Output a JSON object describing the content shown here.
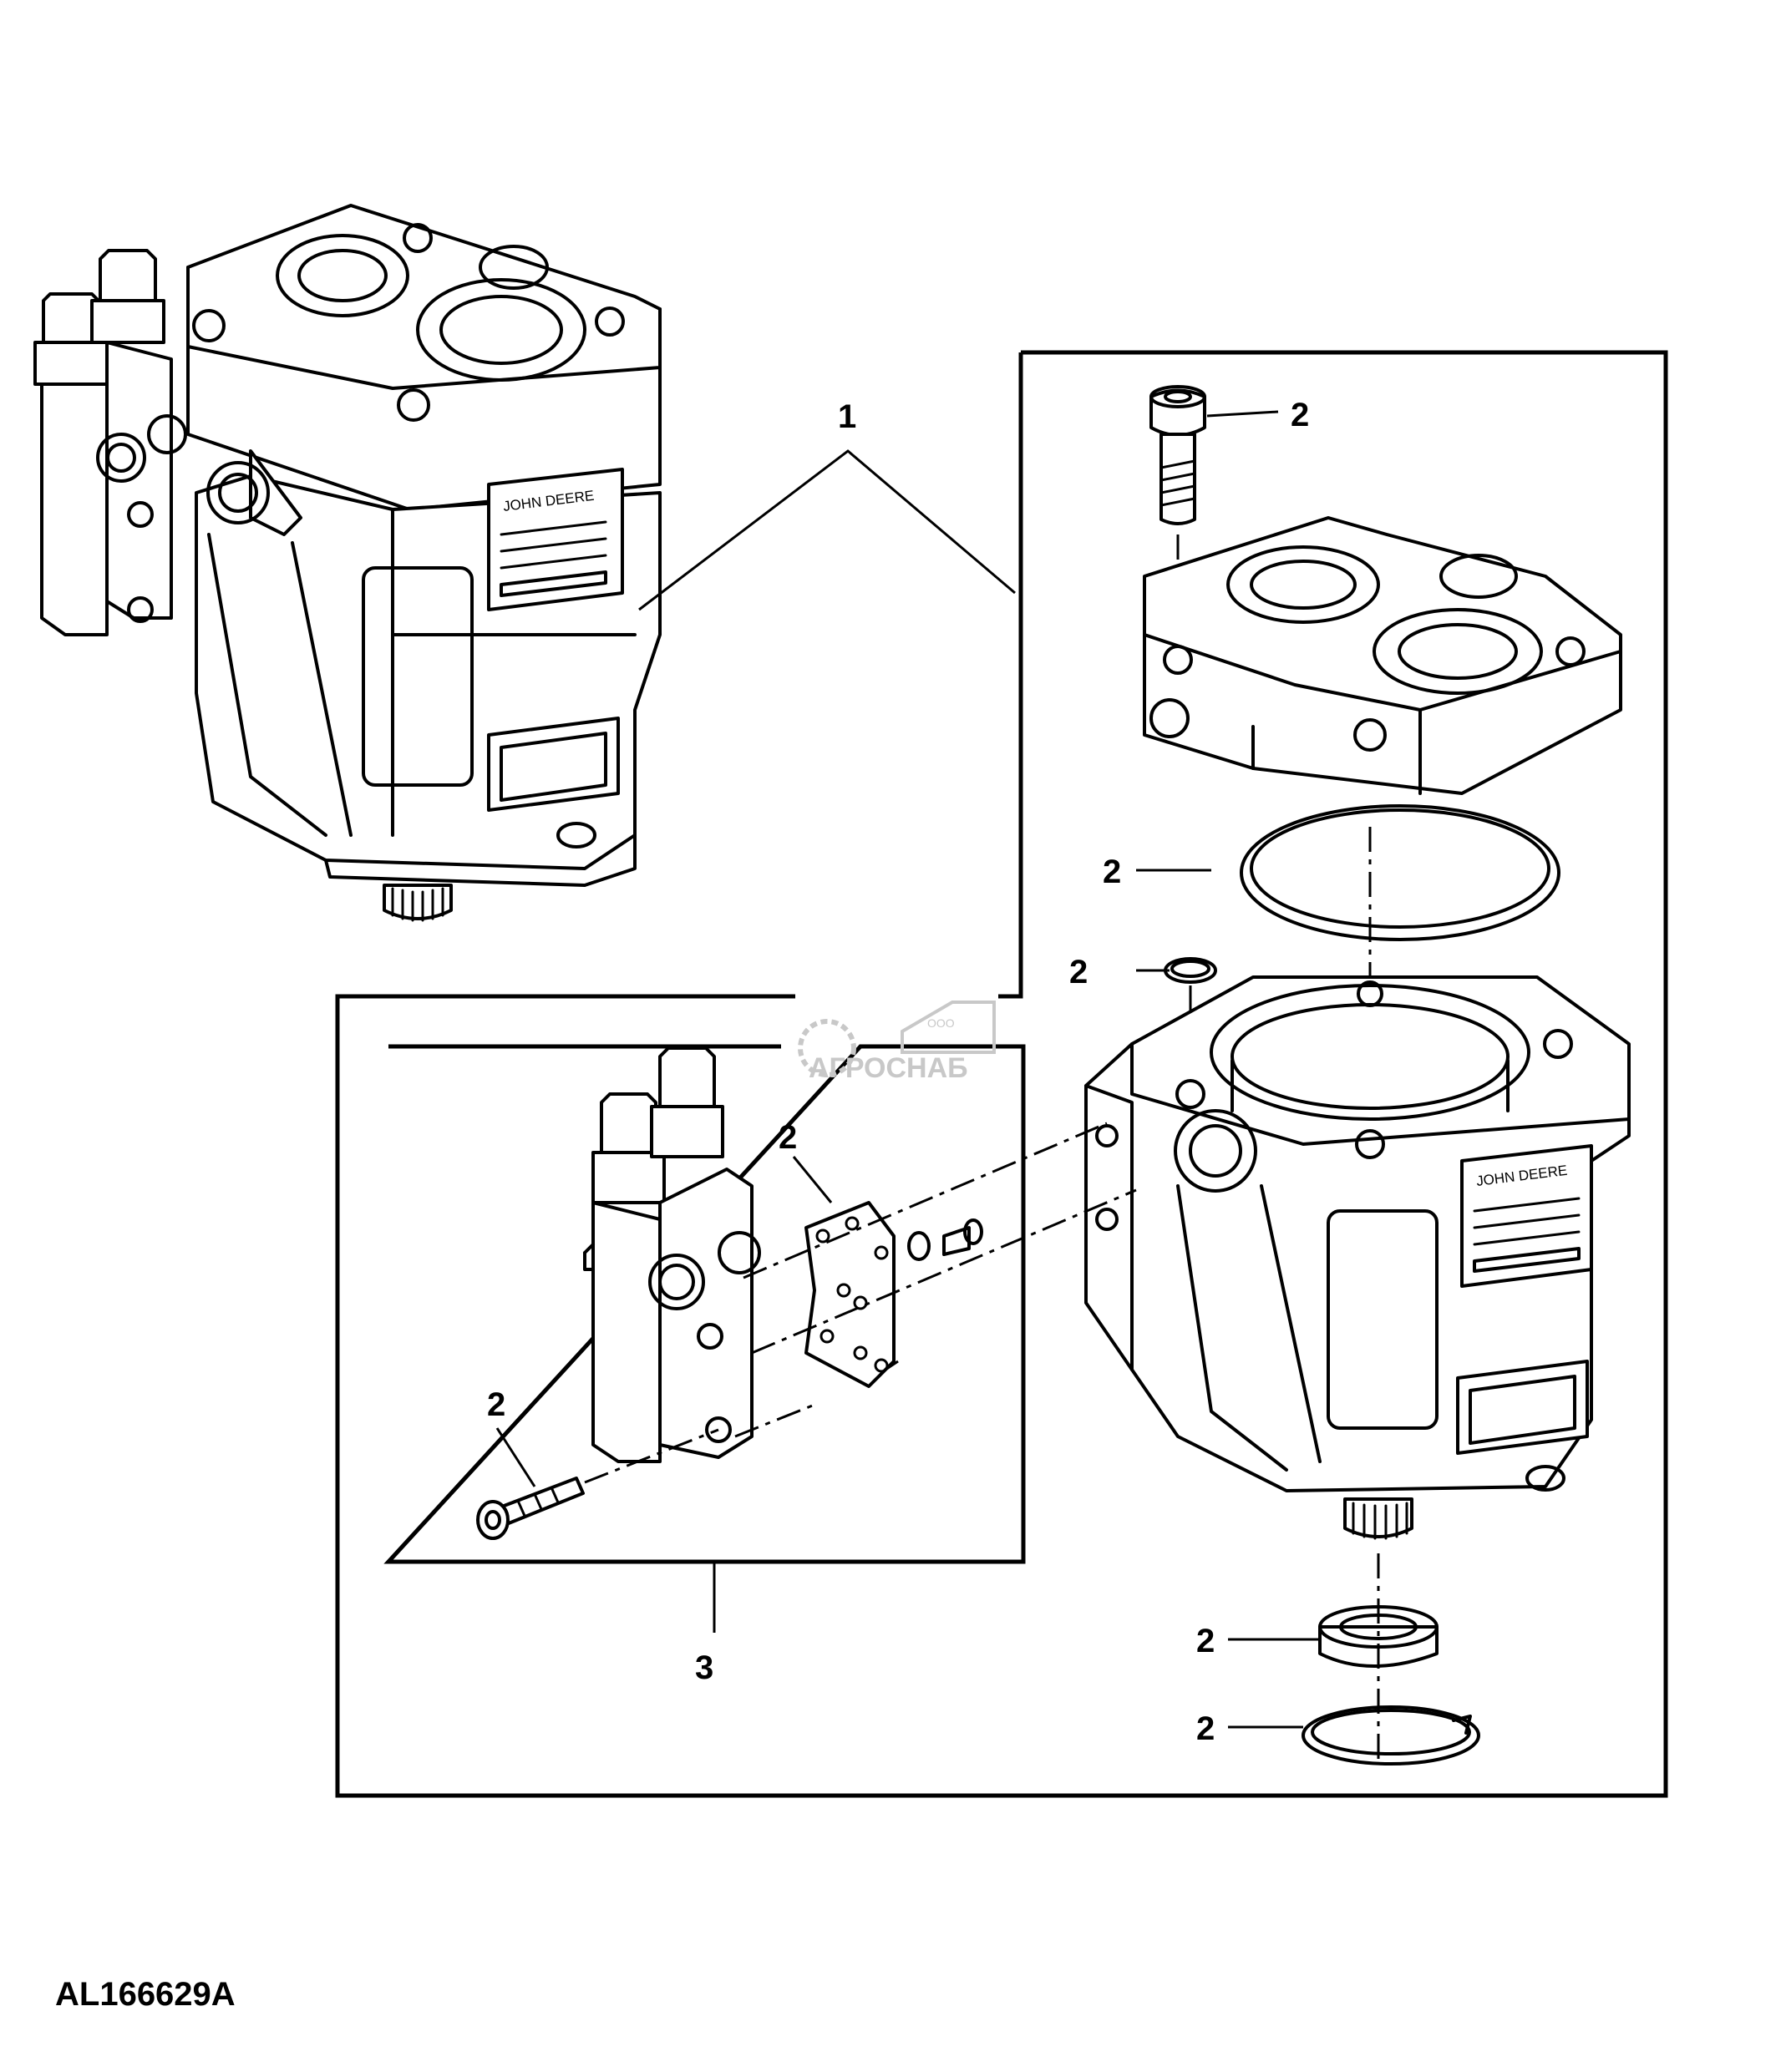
{
  "figure_id": "AL166629A",
  "callouts": {
    "assembly": "1",
    "kit": "2",
    "valve": "3"
  },
  "plate_text": "JOHN DEERE",
  "watermark": {
    "company_prefix": "ООО",
    "company_name": "АГРОСНАБ",
    "color": "#c8c8c8"
  },
  "colors": {
    "line": "#000000",
    "background": "#ffffff"
  }
}
